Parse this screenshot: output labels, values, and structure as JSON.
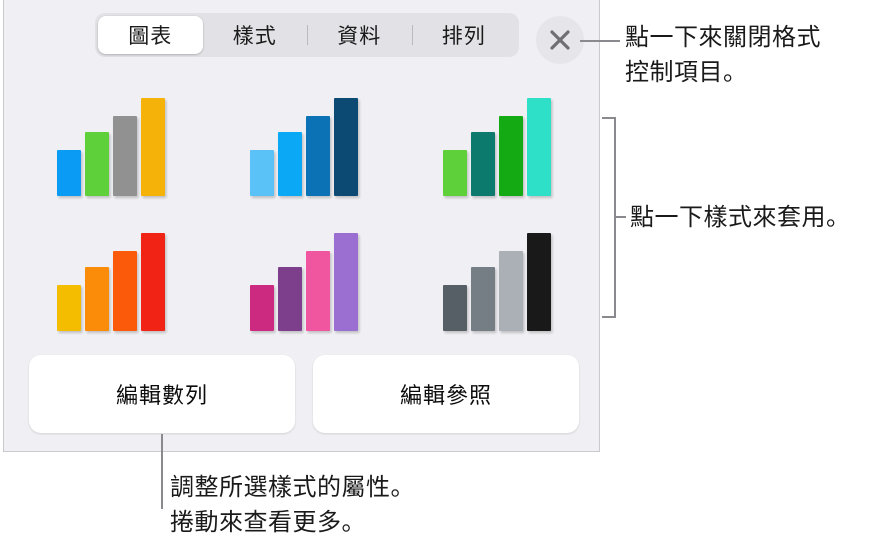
{
  "panel": {
    "name": "format-panel",
    "background_color": "#f0f0f4",
    "border_color": "#c9c9ce"
  },
  "tabs": [
    {
      "label": "圖表",
      "selected": true,
      "separator_before": false
    },
    {
      "label": "樣式",
      "selected": false,
      "separator_before": false
    },
    {
      "label": "資料",
      "selected": false,
      "separator_before": true
    },
    {
      "label": "排列",
      "selected": false,
      "separator_before": true
    }
  ],
  "close_button": {
    "icon": "close-icon",
    "background_color": "#e6e6ea",
    "glyph_color": "#6e6e73"
  },
  "chart_styles": [
    {
      "name": "style-1-multicolor",
      "bars": [
        {
          "color": "#0a9bf5",
          "height": 46
        },
        {
          "color": "#5ed03a",
          "height": 64
        },
        {
          "color": "#919191",
          "height": 80
        },
        {
          "color": "#f5b30a",
          "height": 98
        }
      ]
    },
    {
      "name": "style-2-blue",
      "bars": [
        {
          "color": "#5ac2f7",
          "height": 46
        },
        {
          "color": "#0aa8f5",
          "height": 64
        },
        {
          "color": "#0a72b5",
          "height": 80
        },
        {
          "color": "#0d4a73",
          "height": 98
        }
      ]
    },
    {
      "name": "style-3-green",
      "bars": [
        {
          "color": "#5ed03a",
          "height": 46
        },
        {
          "color": "#0d7a6e",
          "height": 64
        },
        {
          "color": "#13aa13",
          "height": 80
        },
        {
          "color": "#2ee0c8",
          "height": 98
        }
      ]
    },
    {
      "name": "style-4-warm",
      "bars": [
        {
          "color": "#f5bd00",
          "height": 46
        },
        {
          "color": "#fa8c0a",
          "height": 64
        },
        {
          "color": "#fa5a0a",
          "height": 80
        },
        {
          "color": "#f02314",
          "height": 98
        }
      ]
    },
    {
      "name": "style-5-purple",
      "bars": [
        {
          "color": "#cc2a80",
          "height": 46
        },
        {
          "color": "#7d3f8c",
          "height": 64
        },
        {
          "color": "#f056a0",
          "height": 80
        },
        {
          "color": "#9a6fd1",
          "height": 98
        }
      ]
    },
    {
      "name": "style-6-gray",
      "bars": [
        {
          "color": "#565e66",
          "height": 46
        },
        {
          "color": "#757d85",
          "height": 64
        },
        {
          "color": "#aab0b5",
          "height": 80
        },
        {
          "color": "#191919",
          "height": 98
        }
      ]
    }
  ],
  "buttons": {
    "edit_series": "編輯數列",
    "edit_references": "編輯參照"
  },
  "callouts": {
    "close": "點一下來關閉格式\n控制項目。",
    "styles": "點一下樣式來套用。",
    "bottom": "調整所選樣式的屬性。\n捲動來查看更多。"
  }
}
